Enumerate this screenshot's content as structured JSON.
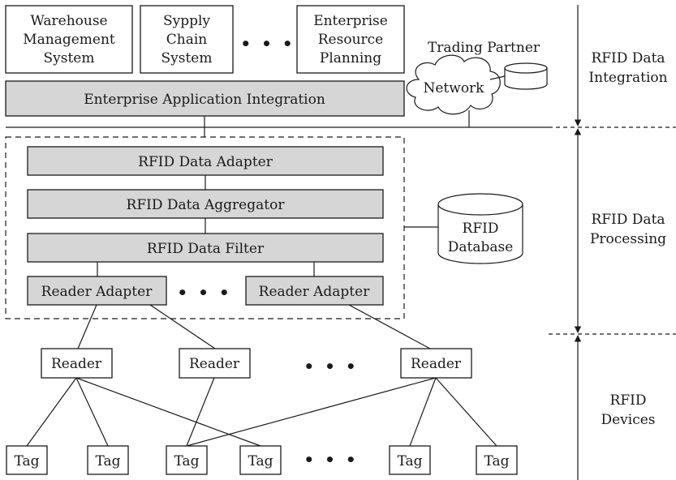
{
  "top_systems": {
    "warehouse": [
      "Warehouse",
      "Management",
      "System"
    ],
    "supply_chain": [
      "Sypply",
      "Chain",
      "System"
    ],
    "erp": [
      "Enterprise",
      "Resource",
      "Planning"
    ],
    "ellipsis": "• • •"
  },
  "eai": "Enterprise Application Integration",
  "trading_partner": "Trading Partner",
  "network": "Network",
  "middleware": {
    "adapter": "RFID Data Adapter",
    "aggregator": "RFID Data Aggregator",
    "filter": "RFID Data Filter",
    "reader_adapter": "Reader Adapter",
    "ellipsis": "• • •"
  },
  "database": [
    "RFID",
    "Database"
  ],
  "reader": "Reader",
  "tag": "Tag",
  "ellipsis": "• • •",
  "layers": {
    "integration": [
      "RFID Data",
      "Integration"
    ],
    "processing": [
      "RFID Data",
      "Processing"
    ],
    "devices": [
      "RFID",
      "Devices"
    ]
  }
}
